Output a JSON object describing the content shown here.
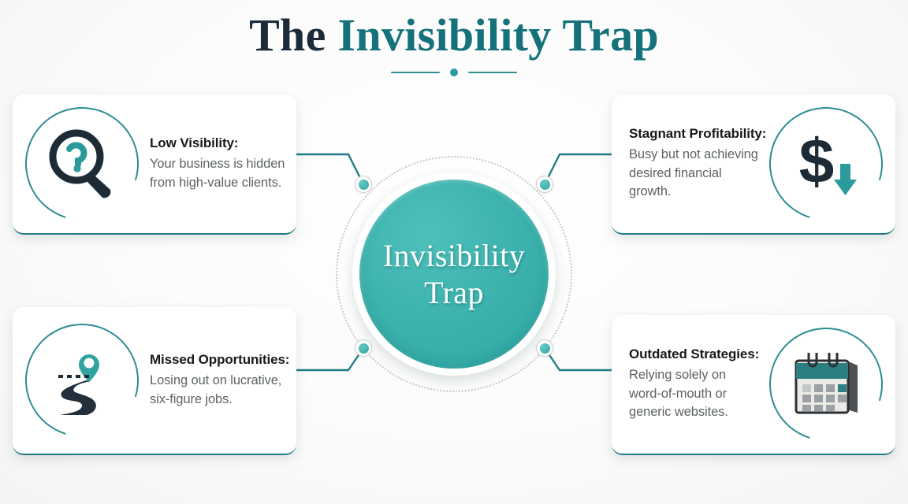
{
  "header": {
    "title_part_dark": "The ",
    "title_part_teal": "Invisibility Trap",
    "divider_icon": "dot-divider"
  },
  "hub": {
    "line1": "Invisibility",
    "line2": "Trap"
  },
  "colors": {
    "teal_primary": "#3bb2ad",
    "teal_dark": "#1f7c84",
    "title_dark": "#1b2b3a",
    "title_teal": "#15717a",
    "body_text": "#5e6366",
    "heading_text": "#16181b",
    "background": "#fbfbfb"
  },
  "cards": [
    {
      "id": "low-visibility",
      "position": "top-left",
      "title": "Low Visibility:",
      "body": "Your business is hidden from high-value clients.",
      "icon": "magnifier-question-icon"
    },
    {
      "id": "stagnant-profitability",
      "position": "top-right",
      "title": "Stagnant Profitability:",
      "body": "Busy but not achieving desired financial growth.",
      "icon": "dollar-down-arrow-icon"
    },
    {
      "id": "missed-opportunities",
      "position": "bottom-left",
      "title": "Missed Opportunities:",
      "body": "Losing out on lucrative, six-figure jobs.",
      "icon": "winding-road-pin-icon"
    },
    {
      "id": "outdated-strategies",
      "position": "bottom-right",
      "title": "Outdated Strategies:",
      "body": "Relying solely on word-of-mouth or generic websites.",
      "icon": "calendar-icon"
    }
  ]
}
